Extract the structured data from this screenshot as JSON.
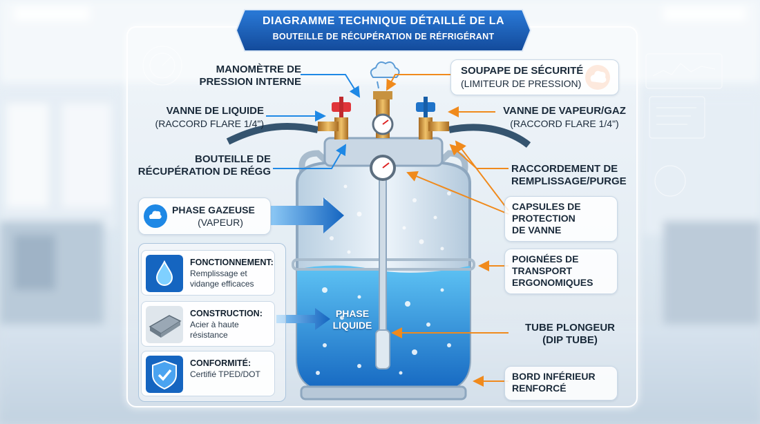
{
  "title": {
    "line1": "DIAGRAMME TECHNIQUE DÉTAILLÉ DE LA",
    "line2": "BOUTEILLE DE RÉCUPÉRATION DE RÉFRIGÉRANT"
  },
  "labels": {
    "manometre": {
      "line1": "MANOMÈTRE DE",
      "line2": "PRESSION INTERNE"
    },
    "vanne_liquide": {
      "title": "VANNE DE LIQUIDE",
      "sub": "(RACCORD FLARE 1/4\")"
    },
    "bouteille": {
      "line1": "BOUTEILLE DE",
      "line2": "RÉCUPÉRATION DE RÉGG"
    },
    "phase_gazeuse": {
      "title": "PHASE GAZEUSE",
      "sub": "(VAPEUR)"
    },
    "soupape": {
      "title": "SOUPAPE DE SÉCURITÉ",
      "sub": "(LIMITEUR DE PRESSION)"
    },
    "vanne_vapeur": {
      "title": "VANNE DE VAPEUR/GAZ",
      "sub": "(RACCORD FLARE 1/4\")"
    },
    "raccordement": {
      "line1": "RACCORDEMENT DE",
      "line2": "REMPLISSAGE/PURGE"
    },
    "capsules": {
      "line1": "CAPSULES DE",
      "line2": "PROTECTION",
      "line3": "DE VANNE"
    },
    "poignees": {
      "line1": "POIGNÉES DE",
      "line2": "TRANSPORT",
      "line3": "ERGONOMIQUES"
    },
    "tube": {
      "title": "TUBE PLONGEUR",
      "sub": "(DIP TUBE)"
    },
    "bord": {
      "line1": "BORD INFÉRIEUR",
      "line2": "RENFORCÉ"
    },
    "phase_liquide": {
      "line1": "PHASE",
      "line2": "LIQUIDE"
    }
  },
  "features": [
    {
      "title": "FONCTIONNEMENT:",
      "desc": "Remplissage et vidange efficaces",
      "icon": "water-drop-icon"
    },
    {
      "title": "CONSTRUCTION:",
      "desc": "Acier à haute résistance",
      "icon": "steel-plate-icon"
    },
    {
      "title": "CONFORMITÉ:",
      "desc": "Certifié TPED/DOT",
      "icon": "shield-check-icon"
    }
  ],
  "colors": {
    "banner": "#1a5fb4",
    "arrow_blue": "#1e88e5",
    "arrow_orange": "#f08a1c",
    "liquid": "#2f9be0",
    "tank_outline": "#8ea7bf"
  }
}
